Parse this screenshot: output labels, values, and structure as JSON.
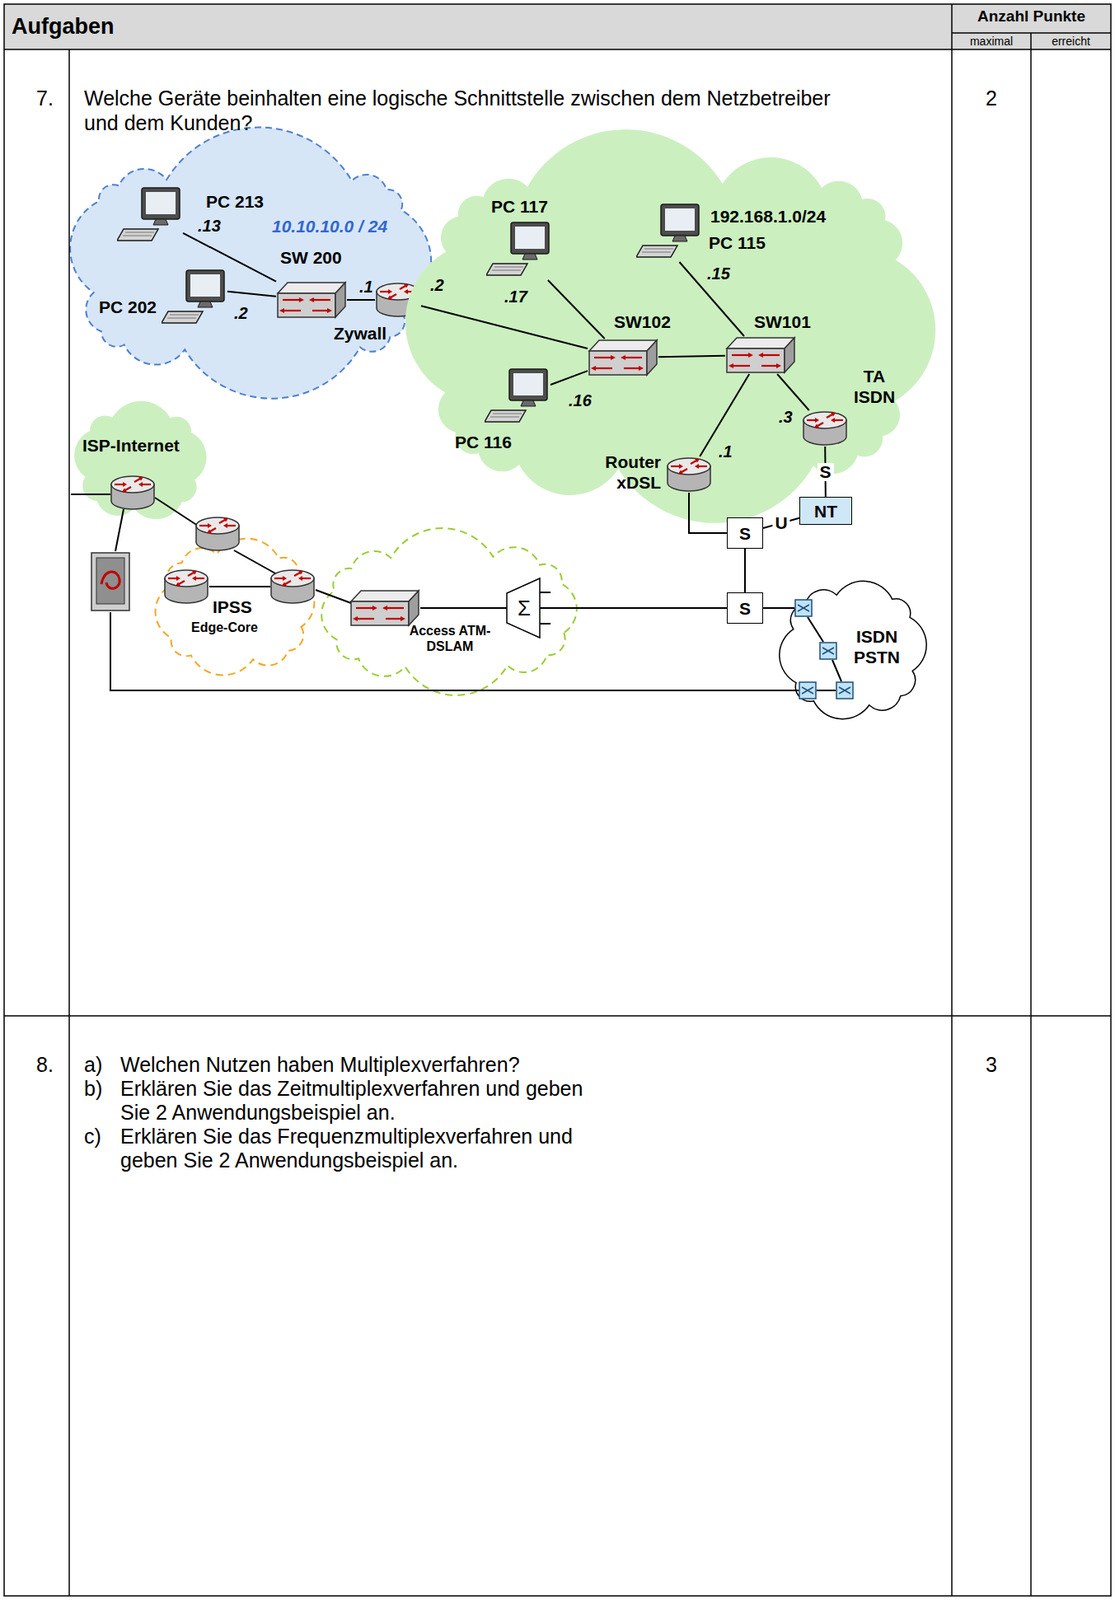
{
  "diagram": {
    "nodes": [
      {
        "text": [
          "10.10.10.0 / 24"
        ]
      },
      {
        "text": [
          "PC 213"
        ],
        "in": 0
      },
      {
        "text": [
          "PC 202"
        ],
        "in": 0
      },
      {
        "text": [
          "SW 200"
        ],
        "in": 0
      },
      {
        "text": [
          "Zywall"
        ]
      },
      {
        "text": [
          "192.168.1.0/24"
        ]
      },
      {
        "text": [
          "PC 117"
        ],
        "in": 5
      },
      {
        "text": [
          "PC 115"
        ],
        "in": 5
      },
      {
        "text": [
          "PC 116"
        ],
        "in": 5
      },
      {
        "text": [
          "SW102"
        ],
        "in": 5
      },
      {
        "text": [
          "SW101"
        ],
        "in": 5
      },
      {
        "text": [
          "TA ISDN"
        ],
        "in": 5
      },
      {
        "text": [
          "Router xDSL"
        ],
        "in": 5
      },
      {
        "text": [
          "ISP-Internet"
        ]
      },
      {
        "text": [
          "IPSS",
          "Edge-Core"
        ]
      },
      {
        "text": [
          "Access ATM-DSLAM"
        ]
      },
      {
        "text": [
          "NT"
        ]
      },
      {
        "text": [
          "S"
        ]
      },
      {
        "text": [
          "S"
        ]
      },
      {
        "text": [
          "ISDN PSTN"
        ]
      }
    ],
    "edges": [
      {
        "from": 1,
        "to": 3,
        "arrow": "none"
      },
      {
        "from": 2,
        "to": 3,
        "arrow": "none"
      },
      {
        "from": 3,
        "to": 4,
        "arrow": "none"
      },
      {
        "from": 4,
        "to": 9,
        "arrow": "none"
      },
      {
        "from": 6,
        "to": 9,
        "arrow": "none"
      },
      {
        "from": 8,
        "to": 9,
        "arrow": "none"
      },
      {
        "from": 9,
        "to": 10,
        "arrow": "none"
      },
      {
        "from": 7,
        "to": 10,
        "arrow": "none"
      },
      {
        "from": 10,
        "to": 11,
        "arrow": "none"
      },
      {
        "from": 10,
        "to": 12,
        "arrow": "none"
      },
      {
        "from": 11,
        "to": 16,
        "label": "S",
        "arrow": "none"
      },
      {
        "from": 16,
        "to": 17,
        "label": "U",
        "arrow": "none"
      },
      {
        "from": 12,
        "to": 17,
        "arrow": "none"
      },
      {
        "from": 17,
        "to": 18,
        "arrow": "none"
      },
      {
        "from": 18,
        "to": 15,
        "arrow": "none"
      },
      {
        "from": 18,
        "to": 19,
        "arrow": "none"
      }
    ],
    "labels": [
      "Aufgaben",
      "Anzahl Punkte",
      "maximal",
      "erreicht",
      "7.",
      "Welche Geräte beinhalten eine logische Schnittstelle zwischen dem Netzbetreiber und dem Kunden?",
      "2",
      ".13",
      ".2",
      ".1",
      ".2",
      ".17",
      ".15",
      ".16",
      ".3",
      ".1",
      "Σ",
      "8.",
      "a)",
      "Welchen Nutzen haben Multiplexverfahren?",
      "b)",
      "Erklären Sie das Zeitmultiplexverfahren und geben Sie 2 Anwendungsbeispiel an.",
      "c)",
      "Erklären Sie das Frequenzmultiplexverfahren und geben Sie 2 Anwendungsbeispiel an.",
      "3"
    ]
  }
}
